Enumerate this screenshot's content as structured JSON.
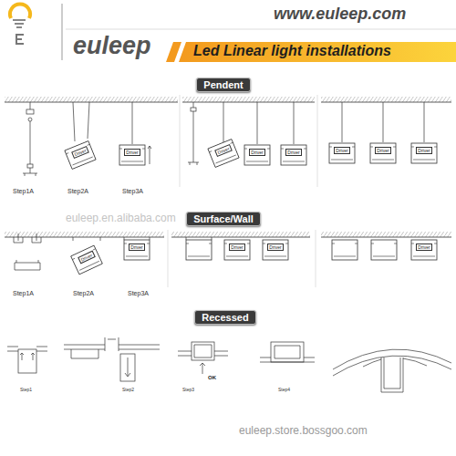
{
  "diagram": {
    "title": "Led Linear light installations",
    "nodes": [
      {
        "text": [
          "Pendent"
        ]
      },
      {
        "text": [
          "Surface/Wall"
        ]
      },
      {
        "text": [
          "Recessed"
        ]
      },
      {
        "text": [
          "Driver"
        ]
      },
      {
        "text": [
          "Driver"
        ]
      },
      {
        "text": [
          "Driver"
        ]
      },
      {
        "text": [
          "Driver"
        ]
      },
      {
        "text": [
          "Driver"
        ]
      },
      {
        "text": [
          "Driver"
        ]
      },
      {
        "text": [
          "Driver"
        ]
      },
      {
        "text": [
          "Driver"
        ]
      },
      {
        "text": [
          "Driver"
        ]
      },
      {
        "text": [
          "Driver"
        ]
      },
      {
        "text": [
          "Driver"
        ]
      },
      {
        "text": [
          "Driver"
        ]
      },
      {
        "text": [
          "Driver"
        ]
      }
    ],
    "labels": [
      "www.euleep.com",
      "euleep",
      "Step1A",
      "Step2A",
      "Step3A",
      "Step1A",
      "Step2A",
      "Step3A",
      "Step1",
      "Step2",
      "Step3",
      "Step4",
      "OK",
      "euleep.en.alibaba.com",
      "euleep.store.bossgoo.com"
    ]
  }
}
